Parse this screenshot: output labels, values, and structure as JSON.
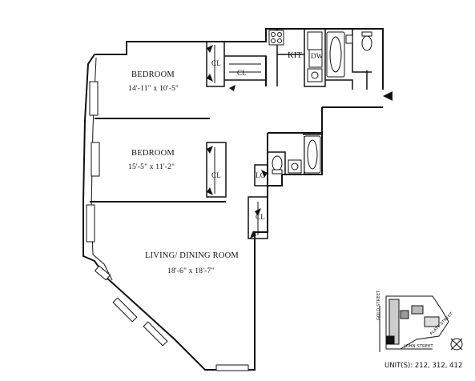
{
  "rooms": {
    "bedroom1": {
      "name": "BEDROOM",
      "dims": "14'-11\" x 10'-5\""
    },
    "bedroom2": {
      "name": "BEDROOM",
      "dims": "15'-5\" x 11'-2\""
    },
    "living": {
      "name": "LIVING/ DINING ROOM",
      "dims": "18'-6\" x 18'-7\""
    },
    "kitchen": {
      "name": "KIT"
    }
  },
  "fixtures": {
    "closet": "CL",
    "linen_closet": "LC",
    "dishwasher": "DW"
  },
  "keyplan": {
    "street1": "JOHN STREET",
    "street2": "GOLD STREET",
    "street3": "PLATT STREET",
    "units": "UNIT(S): 212, 312, 412"
  },
  "colors": {
    "wall": "#111111",
    "background": "#ffffff"
  }
}
